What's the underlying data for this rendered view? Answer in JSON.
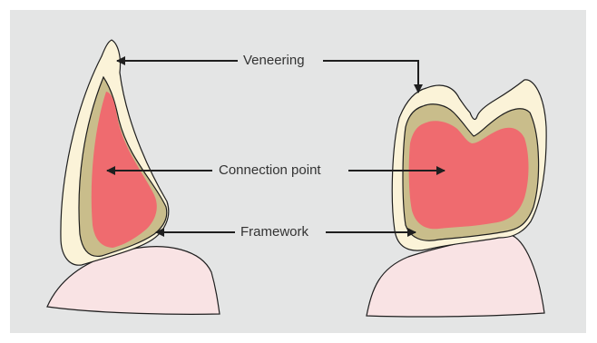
{
  "labels": {
    "veneering": "Veneering",
    "connection_point": "Connection point",
    "framework": "Framework"
  },
  "colors": {
    "background": "#e4e5e5",
    "veneering": "#fbf3d8",
    "framework": "#c9bd8b",
    "connection": "#ef6b6f",
    "gingiva": "#f9e3e4",
    "outline": "#1f1f1f",
    "arrow": "#1f1f1f"
  }
}
